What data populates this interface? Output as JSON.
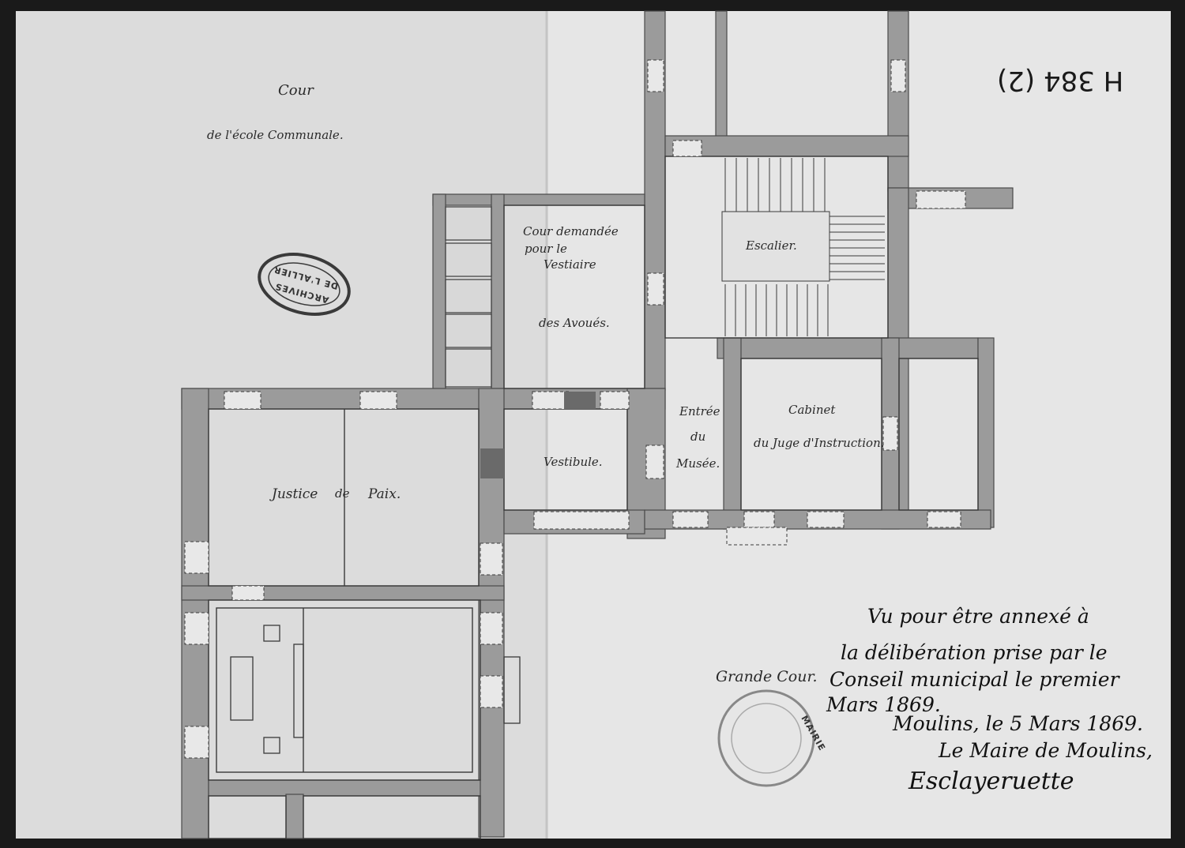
{
  "document": {
    "type": "architectural floor plan",
    "labels": {
      "cour_line1": "Cour",
      "cour_line2": "de l'école Communale.",
      "cour_demandee_1": "Cour demandée",
      "cour_demandee_2": "pour le",
      "cour_demandee_3": "Vestiaire",
      "cour_demandee_4": "des Avoués.",
      "escalier": "Escalier.",
      "entree_1": "Entrée",
      "entree_2": "du",
      "entree_3": "Musée.",
      "cabinet_1": "Cabinet",
      "cabinet_2": "du Juge d'Instruction.",
      "vestibule": "Vestibule.",
      "justice_1": "Justice",
      "justice_2": "de",
      "justice_3": "Paix.",
      "grande_cour": "Grande Cour."
    },
    "archive_reference": "H 384 (2)",
    "stamp_archives": {
      "line1": "ARCHIVES",
      "line2": "DE L'ALLIER"
    },
    "stamp_mairie": "MAIRIE",
    "annotation": {
      "line1": "Vu pour être annexé à",
      "line2": "la délibération prise par le",
      "line3": "Conseil municipal le premier",
      "line4": "Mars 1869.",
      "line5": "Moulins, le 5 Mars 1869.",
      "line6": "Le Maire de Moulins,",
      "signature": "Esclayeruette"
    }
  }
}
